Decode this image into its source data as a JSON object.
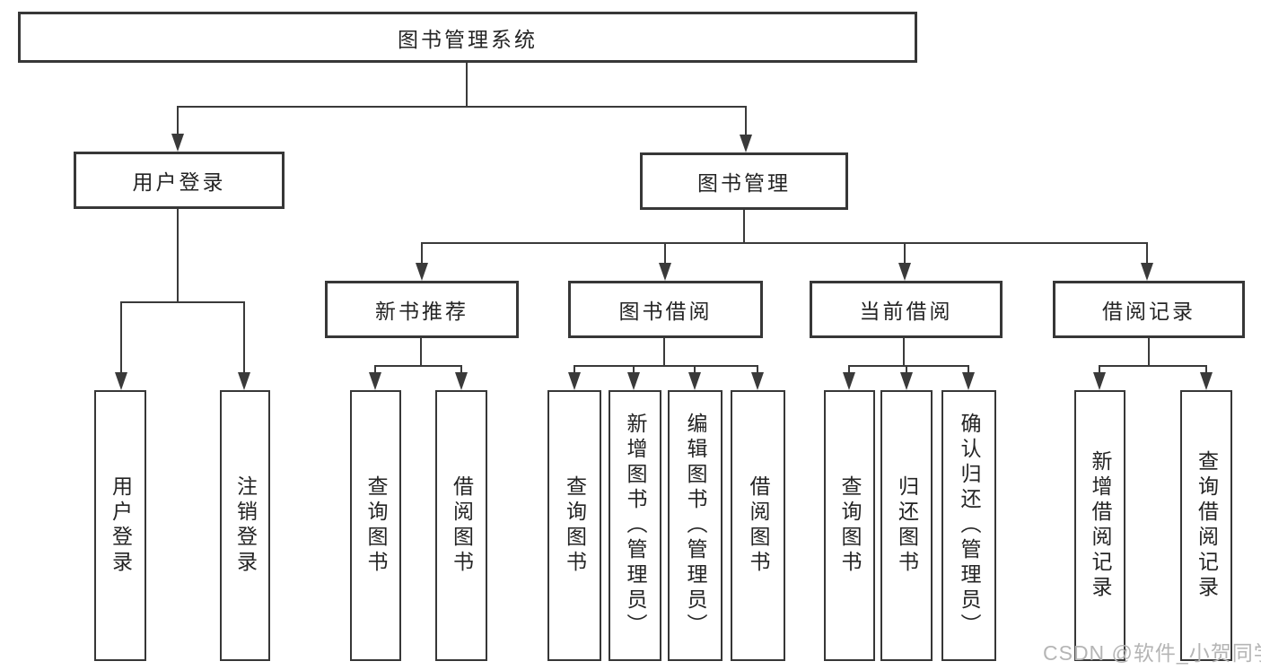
{
  "tree": {
    "label": "图书管理系统",
    "children": [
      {
        "label": "用户登录",
        "children": [
          {
            "label": "用户登录"
          },
          {
            "label": "注销登录"
          }
        ]
      },
      {
        "label": "图书管理",
        "children": [
          {
            "label": "新书推荐",
            "children": [
              {
                "label": "查询图书"
              },
              {
                "label": "借阅图书"
              }
            ]
          },
          {
            "label": "图书借阅",
            "children": [
              {
                "label": "查询图书"
              },
              {
                "label": "新增图书（管理员）"
              },
              {
                "label": "编辑图书（管理员）"
              },
              {
                "label": "借阅图书"
              }
            ]
          },
          {
            "label": "当前借阅",
            "children": [
              {
                "label": "查询图书"
              },
              {
                "label": "归还图书"
              },
              {
                "label": "确认归还（管理员）"
              }
            ]
          },
          {
            "label": "借阅记录",
            "children": [
              {
                "label": "新增借阅记录"
              },
              {
                "label": "查询借阅记录"
              }
            ]
          }
        ]
      }
    ]
  },
  "watermark": {
    "text": "CSDN @软件_小贺同学"
  },
  "colors": {
    "line": "#3a3a3a",
    "border": "#373737",
    "text": "#242424",
    "watermark": "#b5b5b5",
    "background": "#ffffff"
  }
}
